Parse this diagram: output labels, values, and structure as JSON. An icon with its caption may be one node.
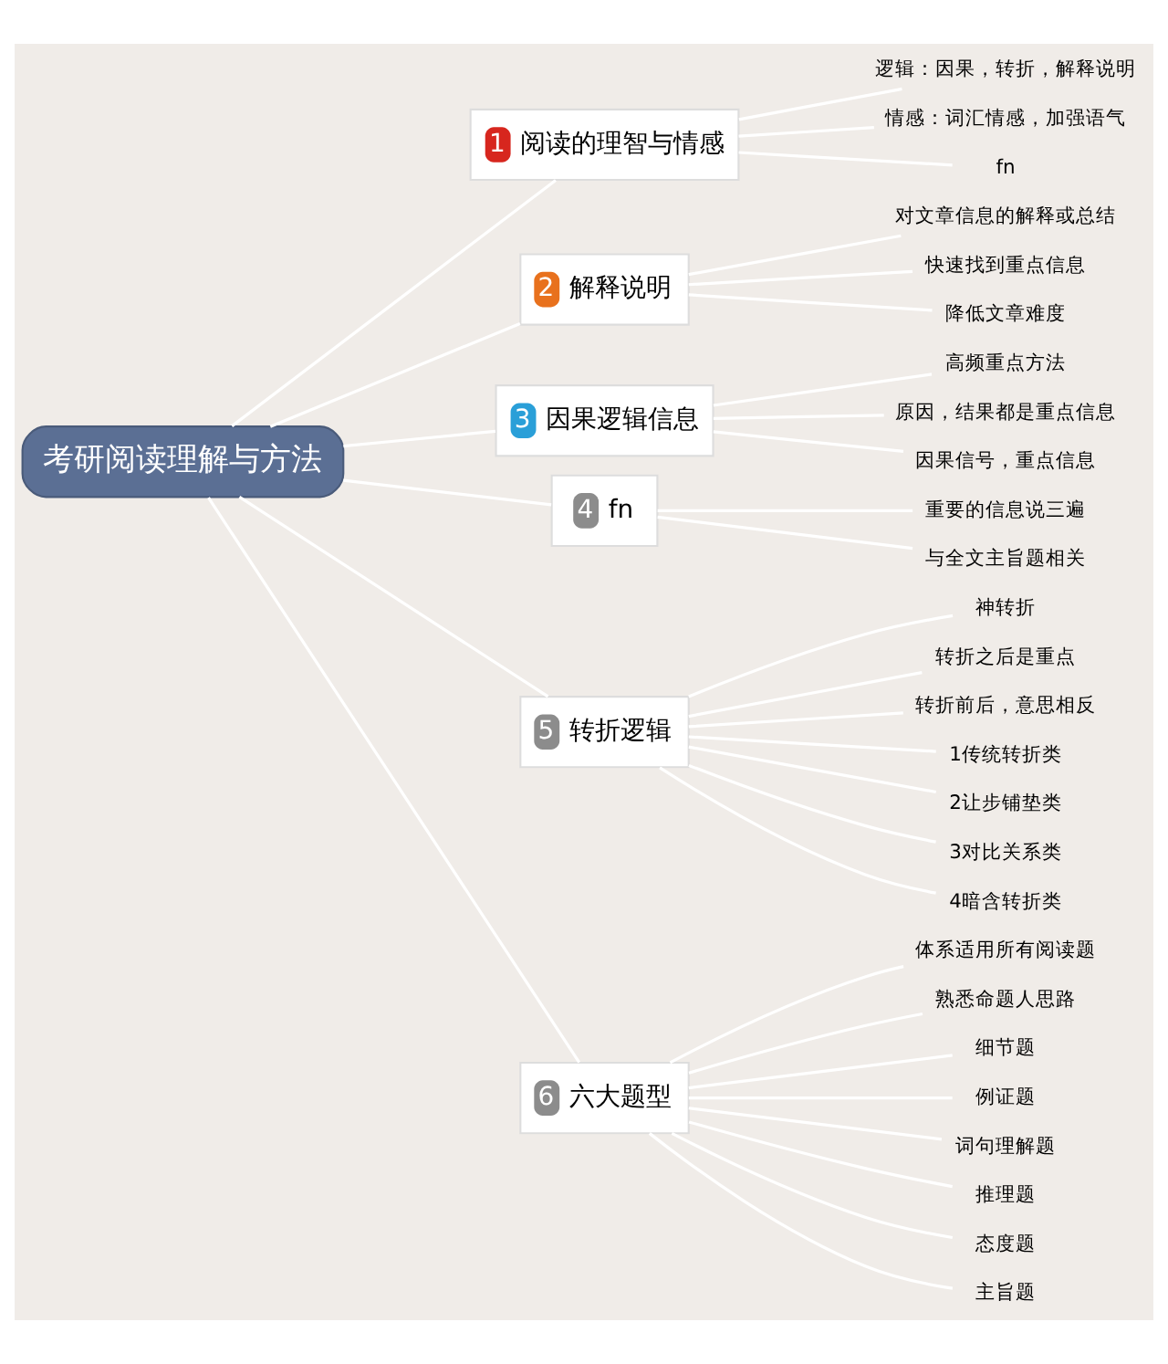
{
  "diagram": {
    "nodes": [
      {
        "text": [
          "考研阅读理解与方法"
        ]
      },
      {
        "text": [
          "1",
          "阅读的理智与情感"
        ]
      },
      {
        "text": [
          "逻辑：因果，转折，解释说明"
        ]
      },
      {
        "text": [
          "情感：词汇情感，加强语气"
        ]
      },
      {
        "text": [
          "fn"
        ]
      },
      {
        "text": [
          "2",
          "解释说明"
        ]
      },
      {
        "text": [
          "对文章信息的解释或总结"
        ]
      },
      {
        "text": [
          "快速找到重点信息"
        ]
      },
      {
        "text": [
          "降低文章难度"
        ]
      },
      {
        "text": [
          "3",
          "因果逻辑信息"
        ]
      },
      {
        "text": [
          "高频重点方法"
        ]
      },
      {
        "text": [
          "原因，结果都是重点信息"
        ]
      },
      {
        "text": [
          "因果信号，重点信息"
        ]
      },
      {
        "text": [
          "4",
          "fn"
        ]
      },
      {
        "text": [
          "重要的信息说三遍"
        ]
      },
      {
        "text": [
          "与全文主旨题相关"
        ]
      },
      {
        "text": [
          "5",
          "转折逻辑"
        ]
      },
      {
        "text": [
          "神转折"
        ]
      },
      {
        "text": [
          "转折之后是重点"
        ]
      },
      {
        "text": [
          "转折前后，意思相反"
        ]
      },
      {
        "text": [
          "1传统转折类"
        ]
      },
      {
        "text": [
          "2让步铺垫类"
        ]
      },
      {
        "text": [
          "3对比关系类"
        ]
      },
      {
        "text": [
          "4暗含转折类"
        ]
      },
      {
        "text": [
          "6",
          "六大题型"
        ]
      },
      {
        "text": [
          "体系适用所有阅读题"
        ]
      },
      {
        "text": [
          "熟悉命题人思路"
        ]
      },
      {
        "text": [
          "细节题"
        ]
      },
      {
        "text": [
          "例证题"
        ]
      },
      {
        "text": [
          "词句理解题"
        ]
      },
      {
        "text": [
          "推理题"
        ]
      },
      {
        "text": [
          "态度题"
        ]
      },
      {
        "text": [
          "主旨题"
        ]
      }
    ],
    "edges": [
      {
        "from": 0,
        "to": 1,
        "arrow": "none"
      },
      {
        "from": 1,
        "to": 2,
        "arrow": "none"
      },
      {
        "from": 1,
        "to": 3,
        "arrow": "none"
      },
      {
        "from": 1,
        "to": 4,
        "arrow": "none"
      },
      {
        "from": 0,
        "to": 5,
        "arrow": "none"
      },
      {
        "from": 5,
        "to": 6,
        "arrow": "none"
      },
      {
        "from": 5,
        "to": 7,
        "arrow": "none"
      },
      {
        "from": 5,
        "to": 8,
        "arrow": "none"
      },
      {
        "from": 0,
        "to": 9,
        "arrow": "none"
      },
      {
        "from": 9,
        "to": 10,
        "arrow": "none"
      },
      {
        "from": 9,
        "to": 11,
        "arrow": "none"
      },
      {
        "from": 9,
        "to": 12,
        "arrow": "none"
      },
      {
        "from": 0,
        "to": 13,
        "arrow": "none"
      },
      {
        "from": 13,
        "to": 14,
        "arrow": "none"
      },
      {
        "from": 13,
        "to": 15,
        "arrow": "none"
      },
      {
        "from": 0,
        "to": 16,
        "arrow": "none"
      },
      {
        "from": 16,
        "to": 17,
        "arrow": "none"
      },
      {
        "from": 16,
        "to": 18,
        "arrow": "none"
      },
      {
        "from": 16,
        "to": 19,
        "arrow": "none"
      },
      {
        "from": 16,
        "to": 20,
        "arrow": "none"
      },
      {
        "from": 16,
        "to": 21,
        "arrow": "none"
      },
      {
        "from": 16,
        "to": 22,
        "arrow": "none"
      },
      {
        "from": 16,
        "to": 23,
        "arrow": "none"
      },
      {
        "from": 0,
        "to": 24,
        "arrow": "none"
      },
      {
        "from": 24,
        "to": 25,
        "arrow": "none"
      },
      {
        "from": 24,
        "to": 26,
        "arrow": "none"
      },
      {
        "from": 24,
        "to": 27,
        "arrow": "none"
      },
      {
        "from": 24,
        "to": 28,
        "arrow": "none"
      },
      {
        "from": 24,
        "to": 29,
        "arrow": "none"
      },
      {
        "from": 24,
        "to": 30,
        "arrow": "none"
      },
      {
        "from": 24,
        "to": 31,
        "arrow": "none"
      },
      {
        "from": 24,
        "to": 32,
        "arrow": "none"
      }
    ]
  }
}
